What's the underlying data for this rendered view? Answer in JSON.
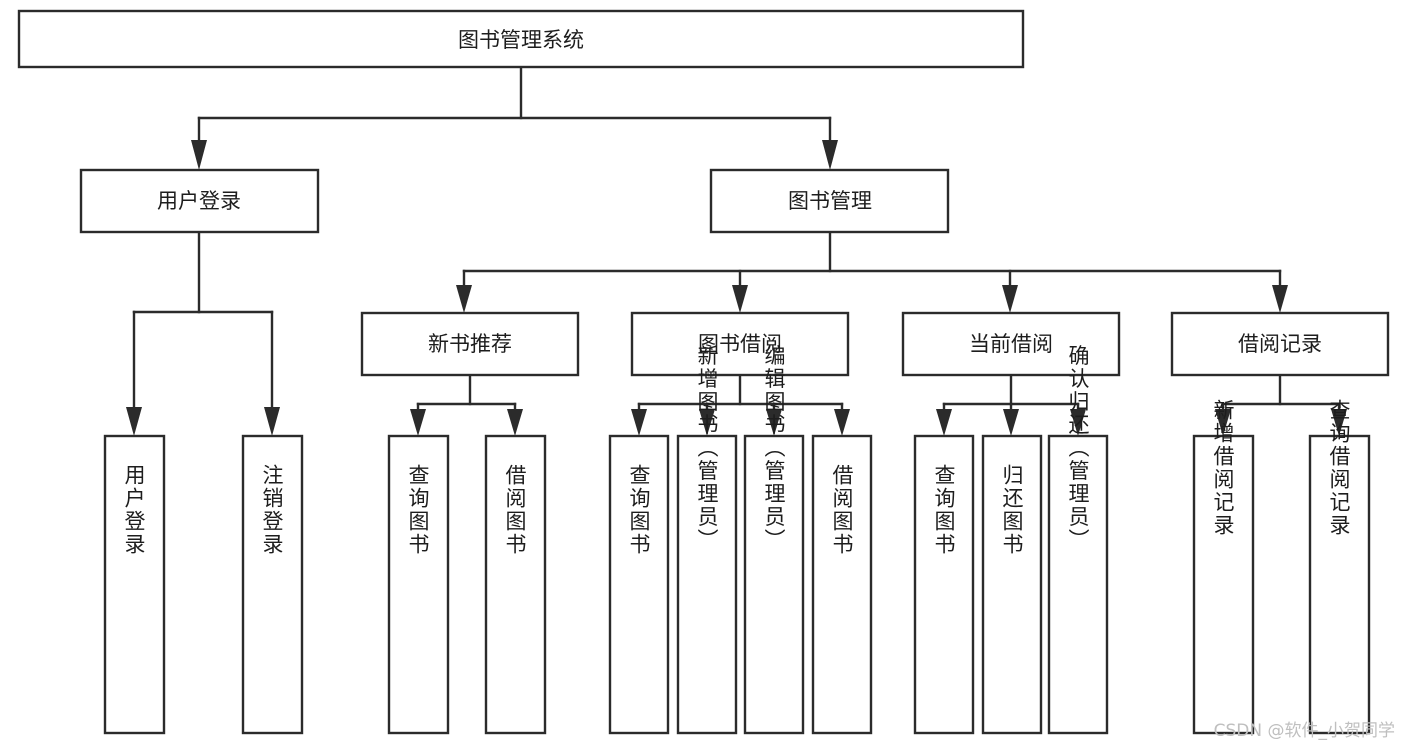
{
  "diagram": {
    "title": "图书管理系统",
    "type": "tree-hierarchy-diagram",
    "style": {
      "box_fill": "#ffffff",
      "box_stroke": "#2b2b2b",
      "text_color": "#1d1d1d",
      "background": "#ffffff",
      "watermark_color": "#bfbfbf"
    },
    "root": {
      "label": "图书管理系统",
      "orientation": "horizontal"
    },
    "level2": [
      {
        "label": "用户登录",
        "orientation": "horizontal"
      },
      {
        "label": "图书管理",
        "orientation": "horizontal"
      }
    ],
    "level3": [
      {
        "label": "新书推荐",
        "orientation": "horizontal"
      },
      {
        "label": "图书借阅",
        "orientation": "horizontal"
      },
      {
        "label": "当前借阅",
        "orientation": "horizontal"
      },
      {
        "label": "借阅记录",
        "orientation": "horizontal"
      }
    ],
    "leaves": {
      "user_login": [
        {
          "label": "用户登录",
          "orientation": "vertical"
        },
        {
          "label": "注销登录",
          "orientation": "vertical"
        }
      ],
      "new_book_recommend": [
        {
          "label": "查询图书",
          "orientation": "vertical"
        },
        {
          "label": "借阅图书",
          "orientation": "vertical"
        }
      ],
      "book_borrow": [
        {
          "label": "查询图书",
          "orientation": "vertical"
        },
        {
          "label": "新增图书（管理员）",
          "orientation": "vertical"
        },
        {
          "label": "编辑图书（管理员）",
          "orientation": "vertical"
        },
        {
          "label": "借阅图书",
          "orientation": "vertical"
        }
      ],
      "current_borrow": [
        {
          "label": "查询图书",
          "orientation": "vertical"
        },
        {
          "label": "归还图书",
          "orientation": "vertical"
        },
        {
          "label": "确认归还（管理员）",
          "orientation": "vertical"
        }
      ],
      "borrow_record": [
        {
          "label": "新增借阅记录",
          "orientation": "vertical"
        },
        {
          "label": "查询借阅记录",
          "orientation": "vertical"
        }
      ]
    }
  },
  "watermark": {
    "text": "CSDN @软件_小贺同学"
  }
}
